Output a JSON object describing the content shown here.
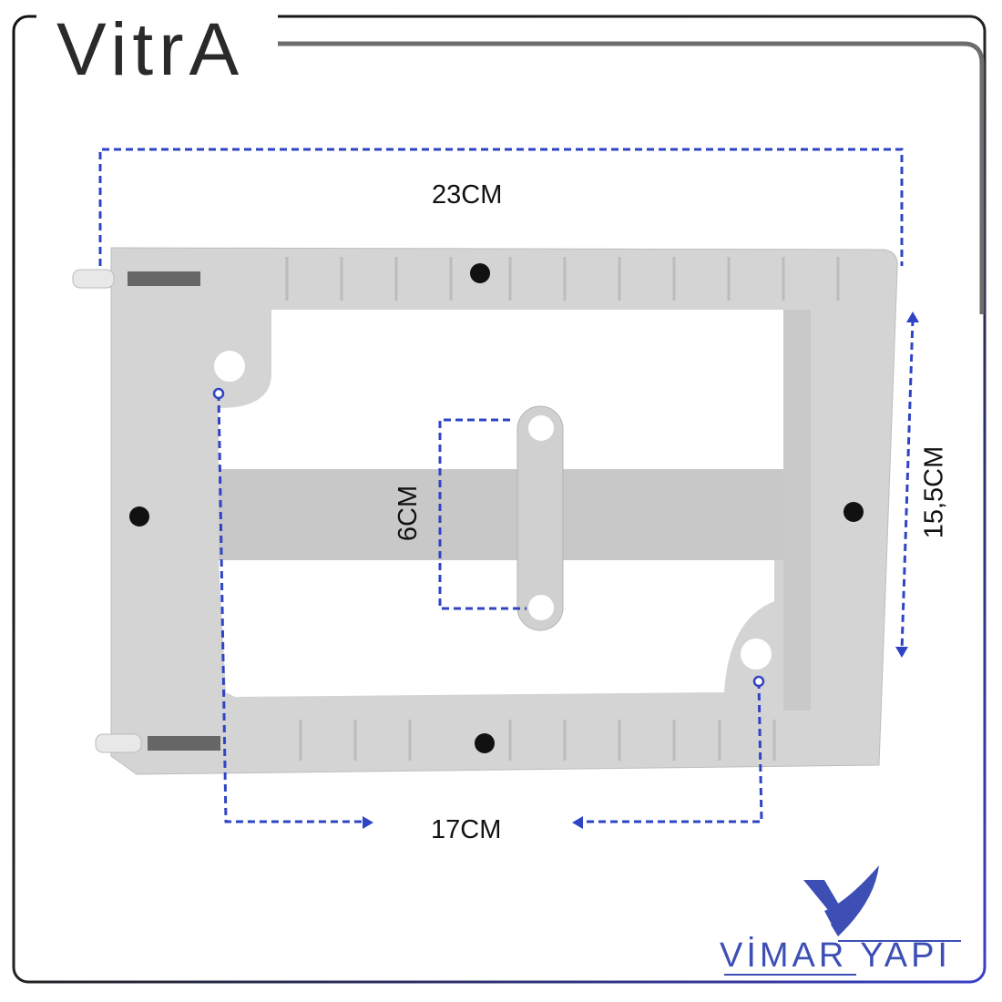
{
  "brand": {
    "name": "VitrA"
  },
  "watermark": {
    "name": "VİMAR YAPI"
  },
  "dimensions": {
    "width": "23CM",
    "height": "15,5CM",
    "hole_spacing_vertical": "6CM",
    "hole_spacing_horizontal": "17CM"
  },
  "colors": {
    "annotation": "#2f44c4",
    "frame": "#d2d2d2",
    "border_accent": "#3a3fc4"
  }
}
